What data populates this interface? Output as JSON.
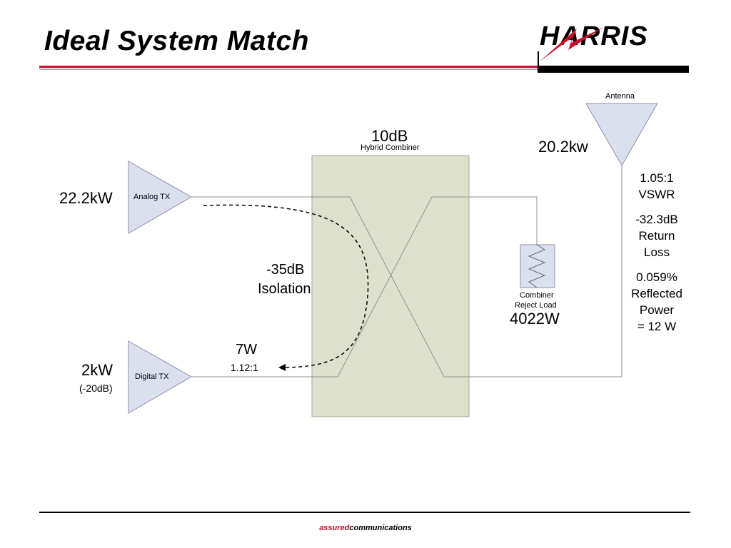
{
  "slide": {
    "title": "Ideal System Match",
    "logo_text": "HARRIS",
    "footer": {
      "accent": "assured",
      "rest": "communications"
    }
  },
  "diagram": {
    "combiner": {
      "value": "10dB",
      "name": "Hybrid Combiner"
    },
    "antenna": {
      "name": "Antenna",
      "power": "20.2kw"
    },
    "analog_tx": {
      "name": "Analog TX",
      "power": "22.2kW"
    },
    "digital_tx": {
      "name": "Digital TX",
      "power": "2kW",
      "power_db": "(-20dB)"
    },
    "isolation": {
      "line1": "-35dB",
      "line2": "Isolation"
    },
    "reflected_back": {
      "power": "7W",
      "vswr": "1.12:1"
    },
    "reject_load": {
      "line1": "Combiner",
      "line2": "Reject Load",
      "power": "4022W"
    },
    "antenna_stats": {
      "vswr_value": "1.05:1",
      "vswr_label": "VSWR",
      "rl_value": "-32.3dB",
      "rl_label1": "Return",
      "rl_label2": "Loss",
      "refl_value": "0.059%",
      "refl_label1": "Reflected",
      "refl_label2": "Power",
      "refl_label3": "= 12 W"
    }
  },
  "colors": {
    "combiner_fill": "#dde0cc",
    "triangle_fill": "#dbe0ef",
    "accent_red": "#c8102e"
  }
}
